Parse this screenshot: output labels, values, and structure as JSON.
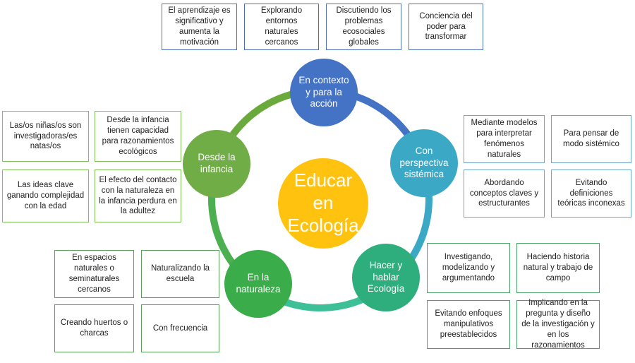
{
  "diagram": {
    "center": {
      "label": "Educar en Ecología",
      "color": "#ffc20e"
    },
    "nodes": [
      {
        "id": "contexto",
        "label": "En contexto y para la acción",
        "color": "#4472c4"
      },
      {
        "id": "sistemica",
        "label": "Con perspectiva sistémica",
        "color": "#3ba9c6"
      },
      {
        "id": "hacer",
        "label": "Hacer y hablar Ecología",
        "color": "#2eae7c"
      },
      {
        "id": "naturaleza",
        "label": "En la naturaleza",
        "color": "#3aac4a"
      },
      {
        "id": "infancia",
        "label": "Desde la infancia",
        "color": "#70ad47"
      }
    ],
    "ring_arcs": [
      {
        "from": "contexto",
        "to": "sistemica",
        "color": "#4472c4"
      },
      {
        "from": "sistemica",
        "to": "hacer",
        "color": "#3ba9c6"
      },
      {
        "from": "hacer",
        "to": "naturaleza",
        "color": "#3dbf97"
      },
      {
        "from": "naturaleza",
        "to": "infancia",
        "color": "#4caf50"
      },
      {
        "from": "infancia",
        "to": "contexto",
        "color": "#6aaa3c"
      }
    ],
    "boxes": {
      "contexto": [
        "El aprendizaje es significativo y aumenta la motivación",
        "Explorando entornos naturales cercanos",
        "Discutiendo los problemas ecosociales globales",
        "Conciencia del poder para transformar"
      ],
      "sistemica": [
        "Mediante modelos para interpretar fenómenos naturales",
        "Para pensar de modo sistémico",
        "Abordando conceptos claves y estructurantes",
        "Evitando definiciones teóricas inconexas"
      ],
      "hacer": [
        "Investigando, modelizando y argumentando",
        "Haciendo historia natural y trabajo de campo",
        "Evitando enfoques manipulativos preestablecidos",
        "Implicando en la pregunta y diseño de la investigación y en los razonamientos"
      ],
      "naturaleza": [
        "En espacios naturales o seminaturales cercanos",
        "Naturalizando la escuela",
        "Creando huertos o charcas",
        "Con frecuencia"
      ],
      "infancia": [
        "Las/os niñas/os son investigadoras/es natas/os",
        "Desde la infancia tienen capacidad para razonamientos ecológicos",
        "Las ideas clave ganando complejidad con la edad",
        "El efecto del contacto con la naturaleza en la infancia perdura en la adultez"
      ]
    }
  }
}
